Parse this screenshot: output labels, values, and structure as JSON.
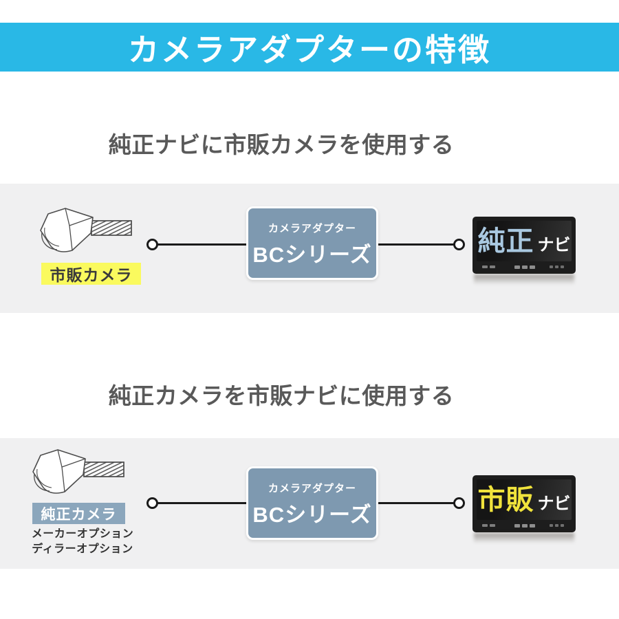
{
  "header": {
    "title": "カメラアダプターの特徴",
    "background_color": "#29b8e6",
    "text_color": "#ffffff"
  },
  "adapter": {
    "caption": "カメラアダプター",
    "name": "BCシリーズ",
    "box_color": "#7e99b0"
  },
  "sections": [
    {
      "title": "純正ナビに市販カメラを使用する",
      "camera_label": "市販カメラ",
      "camera_label_bg": "#fafa5e",
      "camera_label_text_color": "#3b3b3b",
      "notes": [],
      "nav_highlight": "純正",
      "nav_highlight_color": "#a9c8e0",
      "nav_suffix": "ナビ"
    },
    {
      "title": "純正カメラを市販ナビに使用する",
      "camera_label": "純正カメラ",
      "camera_label_bg": "#8ba6bc",
      "camera_label_text_color": "#ffffff",
      "notes": [
        "メーカーオプション",
        "ディラーオプション"
      ],
      "nav_highlight": "市販",
      "nav_highlight_color": "#f0e33c",
      "nav_suffix": "ナビ"
    }
  ],
  "icons": {
    "camera": "rear-camera-line-illustration",
    "monitor": "car-navigation-monitor",
    "plug": "connector-plug-circle"
  },
  "colors": {
    "gray_band": "#f0f0f1",
    "section_title_text": "#595959",
    "wire": "#1a1a1a"
  }
}
